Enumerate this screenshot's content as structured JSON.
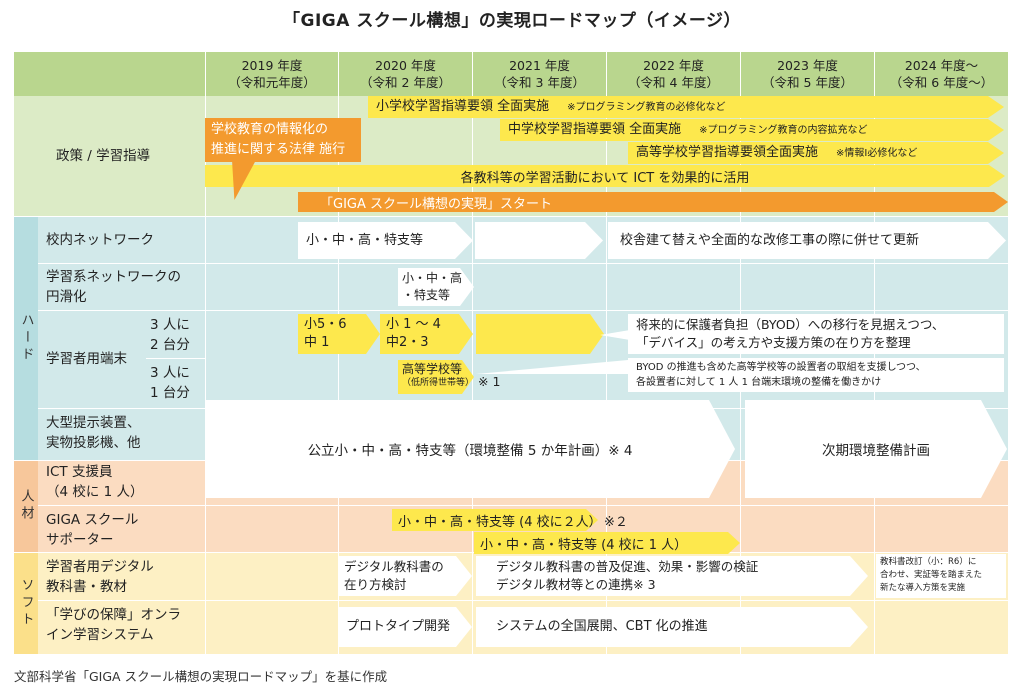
{
  "title": "「GIGA スクール構想」の実現ロードマップ（イメージ）",
  "years": [
    {
      "year": "2019 年度",
      "era": "（令和元年度）"
    },
    {
      "year": "2020 年度",
      "era": "（令和 2 年度）"
    },
    {
      "year": "2021 年度",
      "era": "（令和 3 年度）"
    },
    {
      "year": "2022 年度",
      "era": "（令和 4 年度）"
    },
    {
      "year": "2023 年度",
      "era": "（令和 5 年度）"
    },
    {
      "year": "2024 年度〜",
      "era": "（令和 6 年度〜）"
    }
  ],
  "categories": {
    "hard": "ハード",
    "people": "人材",
    "soft": "ソフト"
  },
  "rows": {
    "policy": "政策 / 学習指導",
    "network": "校内ネットワーク",
    "learning_network": [
      "学習系ネットワークの",
      "円滑化"
    ],
    "device": "学習者用端末",
    "ratio_3_2": [
      "3 人に",
      "2 台分"
    ],
    "ratio_3_1": [
      "3 人に",
      "1 台分"
    ],
    "display": [
      "大型提示装置、",
      "実物投影機、他"
    ],
    "ict_support": [
      "ICT 支援員",
      "（4 校に 1 人）"
    ],
    "giga_supporter": [
      "GIGA スクール",
      "サポーター"
    ],
    "textbook": [
      "学習者用デジタル",
      "教科書・教材"
    ],
    "online": [
      "「学びの保障」オンラ",
      "イン学習システム"
    ]
  },
  "bars": {
    "elem": "小学校学習指導要領 全面実施",
    "elem_note": "※プログラミング教育の必修化など",
    "middle": "中学校学習指導要領 全面実施",
    "middle_note": "※プログラミング教育の内容拡充など",
    "high": "高等学校学習指導要領全面実施",
    "high_note": "※情報Ⅰ必修化など",
    "law": [
      "学校教育の情報化の",
      "推進に関する法律 施行"
    ],
    "ict_all": "各教科等の学習活動において ICT を効果的に活用",
    "giga_start": "「GIGA スクール構想の実現」スタート",
    "net_schools": "小・中・高・特支等",
    "net_rebuild": "校舎建て替えや全面的な改修工事の際に併せて更新",
    "lnet_schools": [
      "小・中・高",
      "・特支等"
    ],
    "dev_56": [
      "小5・6",
      "中 1"
    ],
    "dev_14": [
      "小 1 〜 4",
      "中2・3"
    ],
    "byod": [
      "将来的に保護者負担（BYOD）への移行を見据えつつ、",
      "「デバイス」の考え方や支援方策の在り方を整理"
    ],
    "high_school": "高等学校等",
    "high_school_sub": "（低所得世帯等）",
    "note1": "※ 1",
    "byod_high": [
      "BYOD の推進も含めた高等学校等の設置者の取組を支援しつつ、",
      "各設置者に対して 1 人 1 台端末環境の整備を働きかけ"
    ],
    "display_plan": "公立小・中・高・特支等（環境整備 5 か年計画）※ 4",
    "next_plan": "次期環境整備計画",
    "supporter_2": "小・中・高・特支等 (4 校に２人）",
    "note2": "※２",
    "supporter_1": "小・中・高・特支等 (4 校に 1 人）",
    "textbook_study": [
      "デジタル教科書の",
      "在り方検討"
    ],
    "textbook_promote": [
      "デジタル教科書の普及促進、効果・影響の検証",
      "デジタル教材等との連携※ 3"
    ],
    "textbook_revise": [
      "教科書改訂（小：R6）に",
      "合わせ、実証等を踏まえた",
      "新たな導入方策を実施"
    ],
    "prototype": "プロトタイプ開発",
    "deploy": "システムの全国展開、CBT 化の推進"
  },
  "footer": "文部科学省「GIGA スクール構想の実現ロードマップ」を基に作成",
  "colors": {
    "green": "#dcebc6",
    "head_green": "#b9d68e",
    "blue": "#d2e9ea",
    "peach": "#fbdcc1",
    "cream": "#fdf0c4",
    "yellow": "#fde84d",
    "orange": "#f39a2e"
  }
}
